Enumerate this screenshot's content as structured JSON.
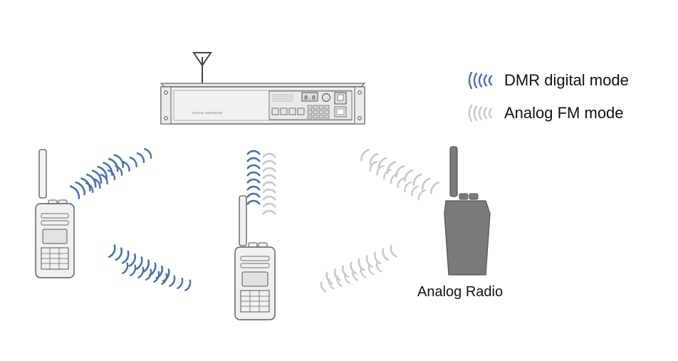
{
  "colors": {
    "dmr": "#4a6fb5",
    "analog_wave": "#c9c9c9",
    "analog_radio_fill": "#7a7a7a",
    "device_stroke": "#5a5a5a",
    "device_fill": "#f1f1f1"
  },
  "device": {
    "type": "digital-repeater",
    "panel_caption": "DIGITAL REPEATER",
    "display_text": "8.8"
  },
  "legend": {
    "items": [
      {
        "id": "dmr",
        "label": "DMR digital mode",
        "color": "#4a6fb5",
        "icon": "radio-wave-icon"
      },
      {
        "id": "analog",
        "label": "Analog FM mode",
        "color": "#c9c9c9",
        "icon": "radio-wave-icon"
      }
    ]
  },
  "radios": [
    {
      "id": "dmr-left",
      "mode": "dmr",
      "label": ""
    },
    {
      "id": "dmr-center",
      "mode": "dmr",
      "label": ""
    },
    {
      "id": "analog-right",
      "mode": "analog",
      "label": "Analog Radio"
    }
  ]
}
